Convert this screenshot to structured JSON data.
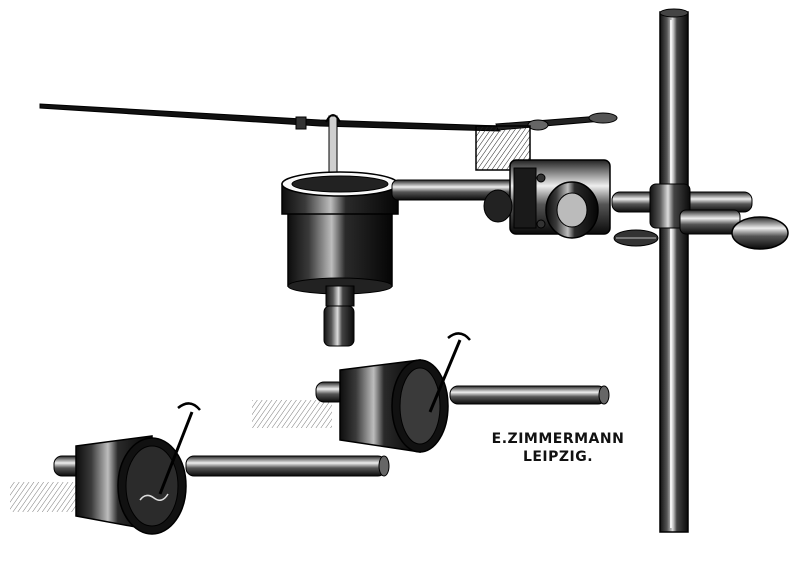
{
  "image": {
    "subject": "engraved scientific apparatus",
    "maker": {
      "line1": "E.ZIMMERMANN",
      "line2": "LEIPZIG."
    }
  }
}
